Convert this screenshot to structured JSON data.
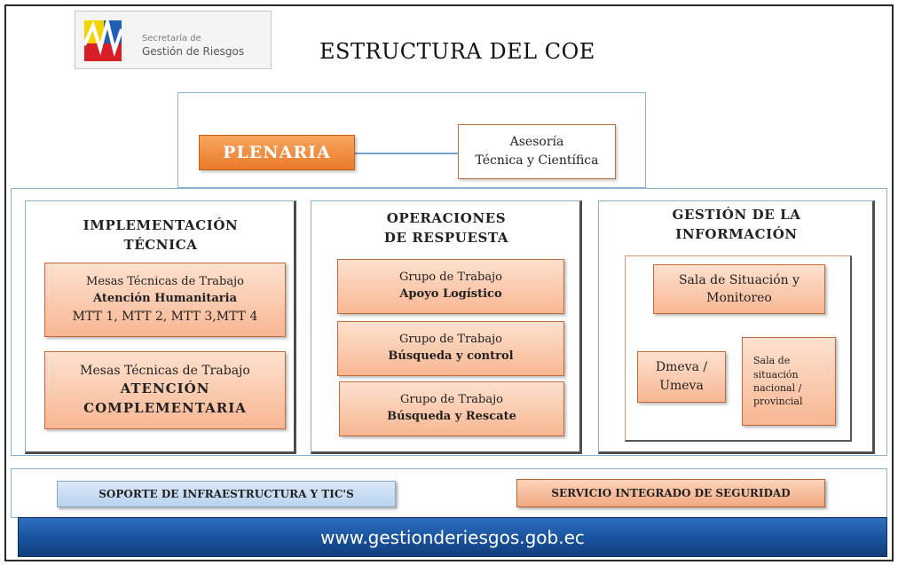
{
  "logo": {
    "line1": "Secretaría de",
    "line2": "Gestión de Riesgos"
  },
  "title": "ESTRUCTURA DEL COE",
  "top": {
    "plenaria": "PLENARIA",
    "asesoria_line1": "Asesoría",
    "asesoria_line2": "Técnica y Científica"
  },
  "columns": {
    "implementacion": {
      "heading_line1": "IMPLEMENTACIÓN",
      "heading_line2": "TÉCNICA",
      "box1": {
        "line1": "Mesas Técnicas de Trabajo",
        "line2": "Atención Humanitaria",
        "line3": "MTT 1, MTT 2, MTT 3,MTT 4"
      },
      "box2": {
        "line1": "Mesas Técnicas de Trabajo",
        "line2": "ATENCIÓN",
        "line3": "COMPLEMENTARIA"
      }
    },
    "operaciones": {
      "heading_line1": "OPERACIONES",
      "heading_line2": "DE RESPUESTA",
      "groups": [
        {
          "line1": "Grupo de Trabajo",
          "line2": "Apoyo Logístico"
        },
        {
          "line1": "Grupo de Trabajo",
          "line2": "Búsqueda y control"
        },
        {
          "line1": "Grupo de Trabajo",
          "line2": "Búsqueda y Rescate"
        }
      ]
    },
    "informacion": {
      "heading_line1": "GESTIÓN DE LA",
      "heading_line2": "INFORMACIÓN",
      "sala_monitoreo": {
        "line1": "Sala de Situación y",
        "line2": "Monitoreo"
      },
      "dmeva": {
        "line1": "Dmeva /",
        "line2": "Umeva"
      },
      "sala_nacional": {
        "line1": "Sala de",
        "line2": "situación",
        "line3": "nacional /",
        "line4": "provincial"
      }
    }
  },
  "bottom": {
    "soporte": "SOPORTE DE INFRAESTRUCTURA Y TIC'S",
    "servicio": "SERVICIO INTEGRADO DE SEGURIDAD"
  },
  "footer": {
    "url": "www.gestionderiesgos.gob.ec"
  },
  "colors": {
    "orange": "#ea7a2a",
    "peach": "#f8b793",
    "blue_border": "#8ab2d6",
    "footer_blue": "#174f98",
    "soporte_blue": "#b8d3ef"
  }
}
